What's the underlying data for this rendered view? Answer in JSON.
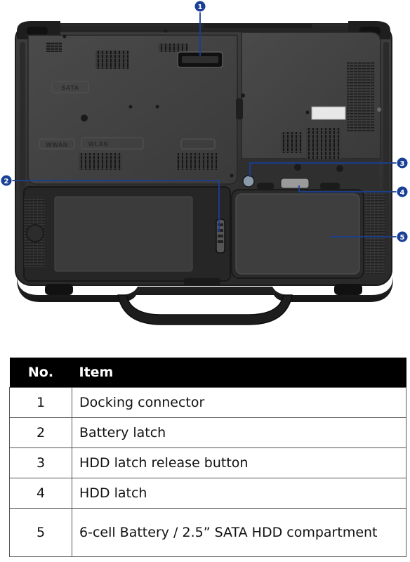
{
  "figure": {
    "callouts": [
      "1",
      "2",
      "3",
      "4",
      "5"
    ],
    "accent_color": "#1a3f96",
    "embossed_labels": [
      "SATA",
      "WWAN",
      "WLAN"
    ]
  },
  "table": {
    "headers": {
      "no": "No.",
      "item": "Item"
    },
    "rows": [
      {
        "no": "1",
        "item": "Docking connector"
      },
      {
        "no": "2",
        "item": "Battery latch"
      },
      {
        "no": "3",
        "item": "HDD latch release button"
      },
      {
        "no": "4",
        "item": "HDD latch"
      },
      {
        "no": "5",
        "item": "6-cell Battery / 2.5” SATA HDD compartment"
      }
    ]
  }
}
